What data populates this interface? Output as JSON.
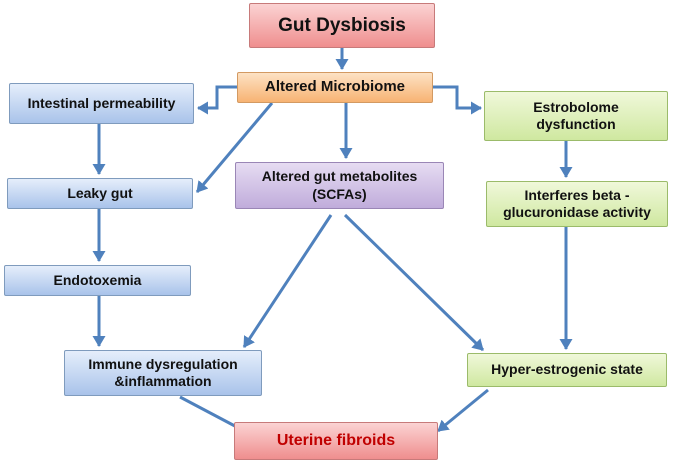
{
  "nodes": {
    "gut_dysbiosis": "Gut Dysbiosis",
    "altered_microbiome": "Altered Microbiome",
    "intestinal_permeability": "Intestinal permeability",
    "estrobolome": "Estrobolome\ndysfunction",
    "altered_metabolites": "Altered gut metabolites\n(SCFAs)",
    "leaky_gut": "Leaky gut",
    "interferes": "Interferes beta -\nglucuronidase activity",
    "endotoxemia": "Endotoxemia",
    "immune": "Immune dysregulation\n&inflammation",
    "hyper_estrogenic": "Hyper-estrogenic state",
    "uterine_fibroids": "Uterine fibroids"
  },
  "colors": {
    "arrow": "#4f81bd",
    "uterine_text": "#c00000"
  }
}
